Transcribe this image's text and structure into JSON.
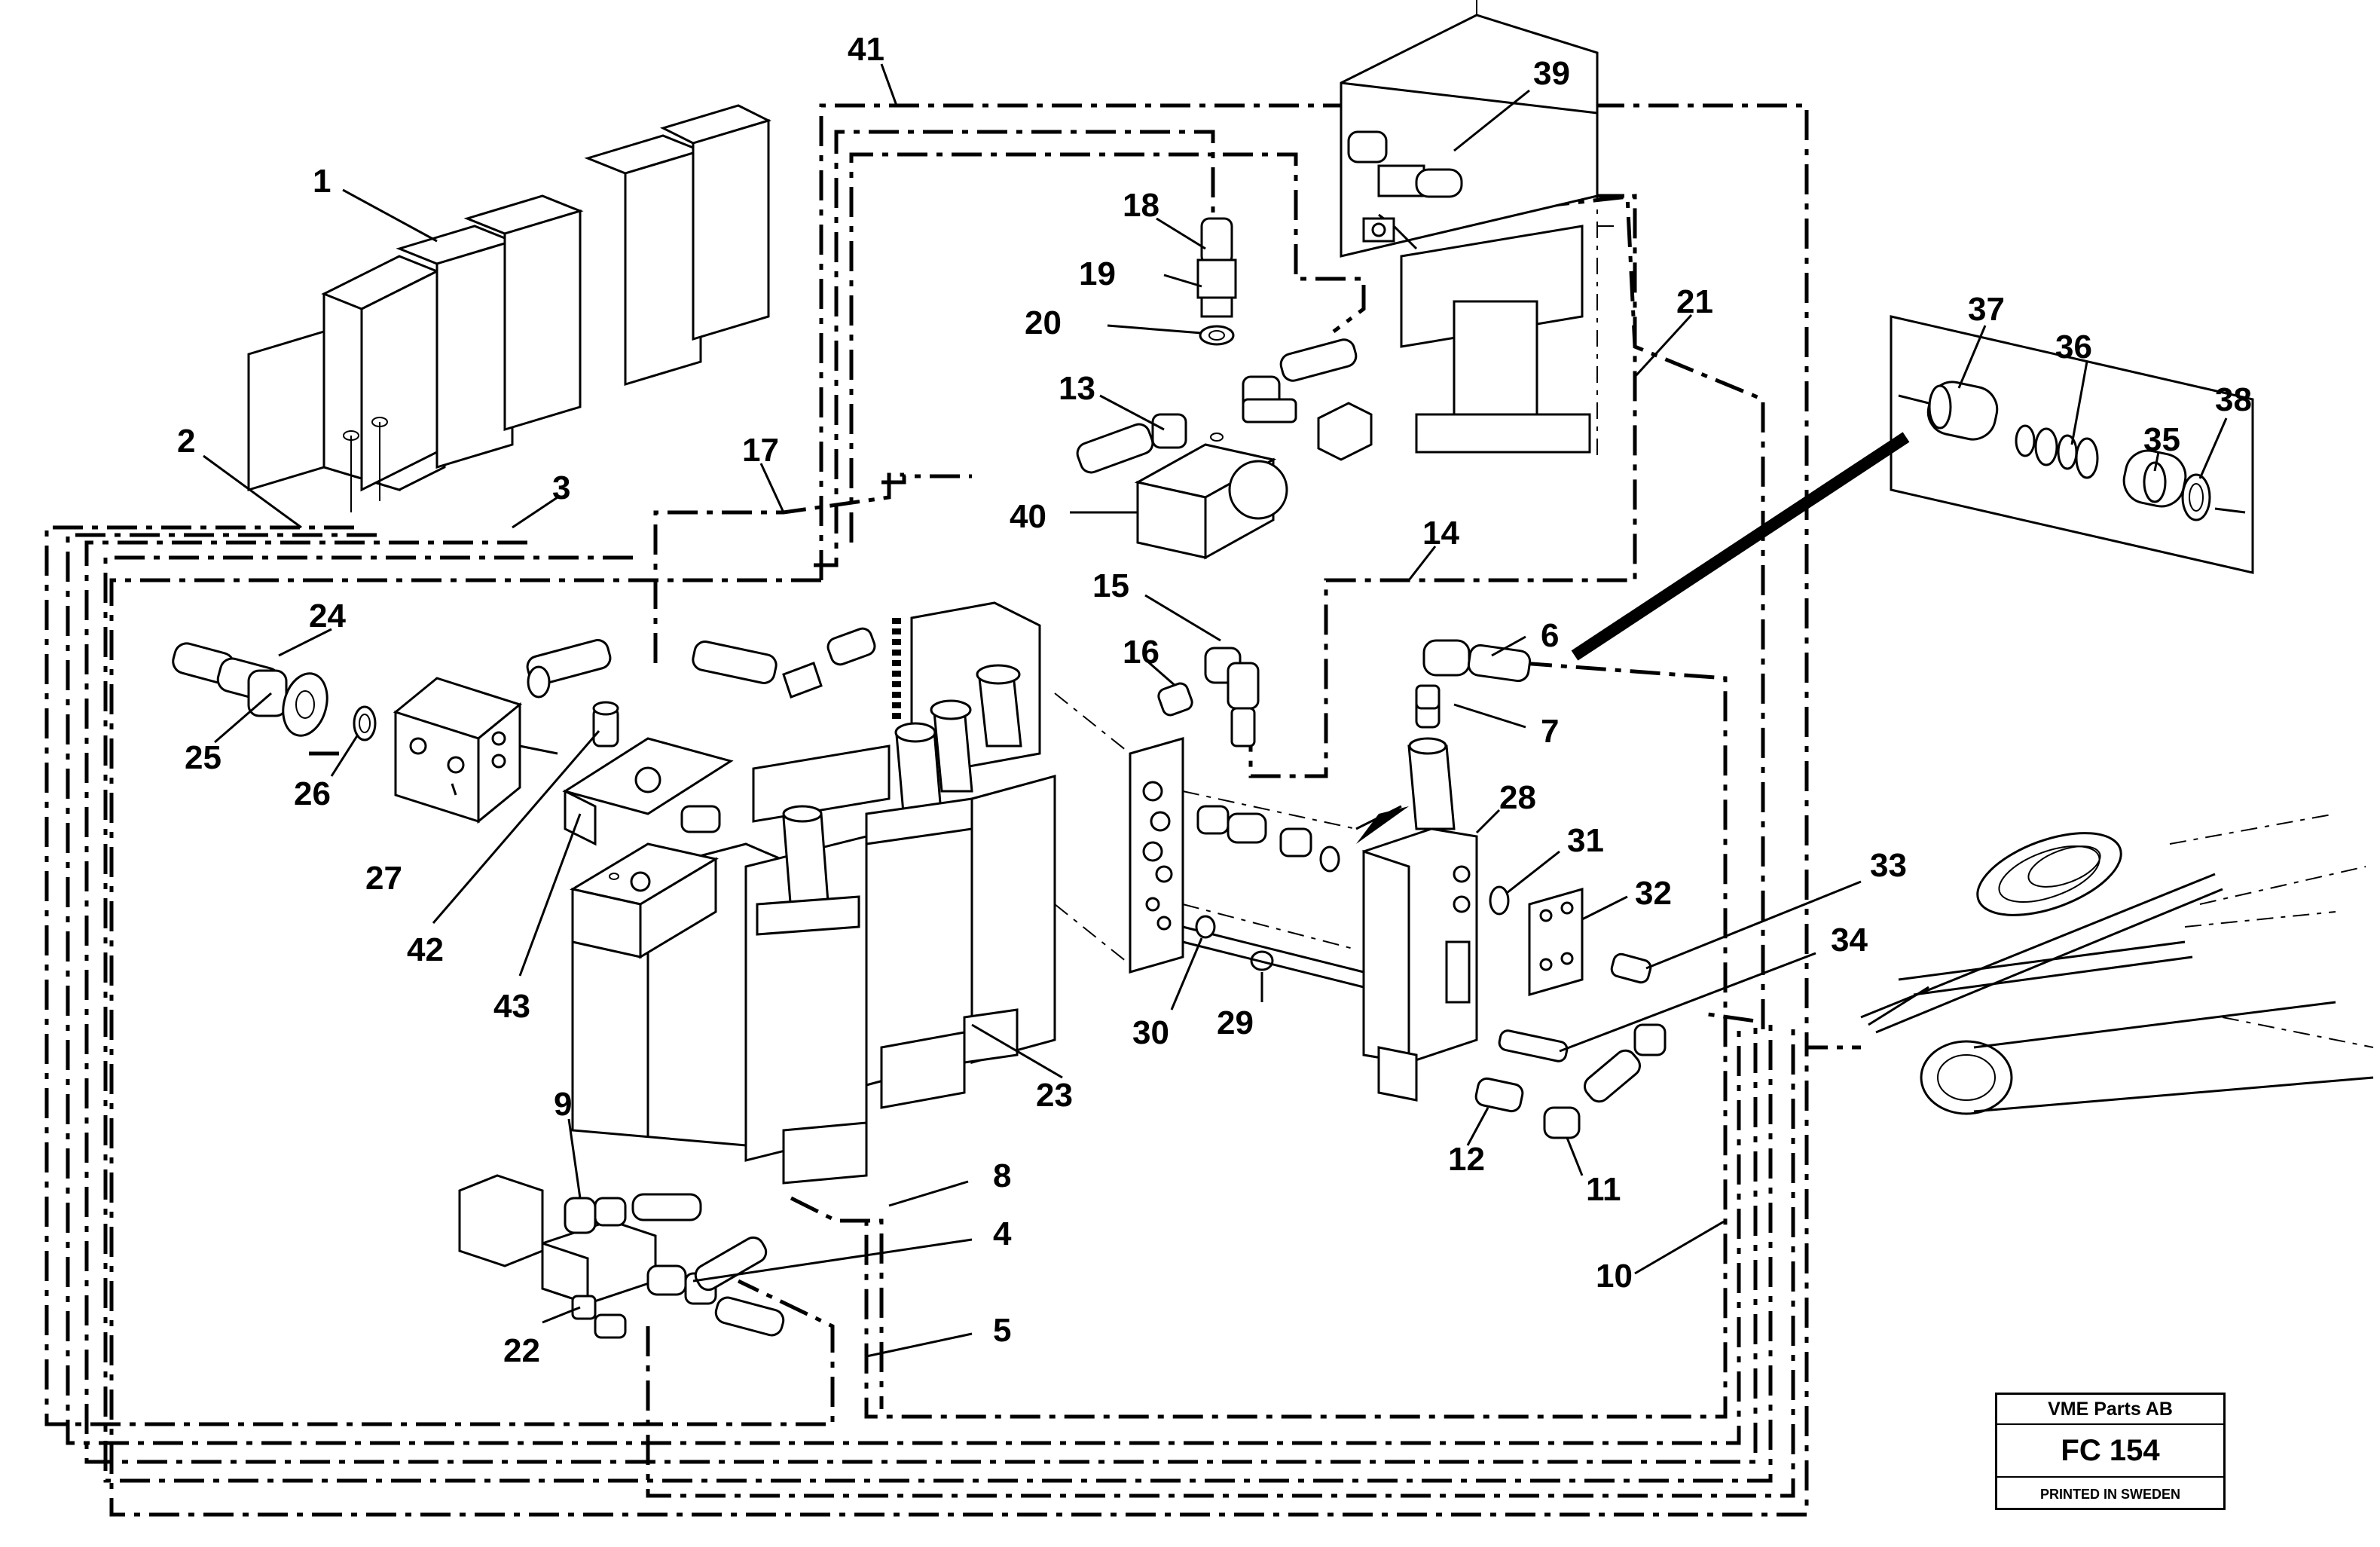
{
  "diagram": {
    "part_labels": [
      "1",
      "2",
      "3",
      "4",
      "5",
      "6",
      "7",
      "8",
      "9",
      "10",
      "11",
      "12",
      "13",
      "14",
      "15",
      "16",
      "17",
      "18",
      "19",
      "20",
      "21",
      "22",
      "23",
      "24",
      "25",
      "26",
      "27",
      "28",
      "29",
      "30",
      "31",
      "32",
      "33",
      "34",
      "35",
      "36",
      "37",
      "38",
      "39",
      "40",
      "41",
      "42",
      "43"
    ]
  },
  "title_block": {
    "company": "VME Parts AB",
    "code": "FC 154",
    "footer": "PRINTED IN SWEDEN"
  }
}
